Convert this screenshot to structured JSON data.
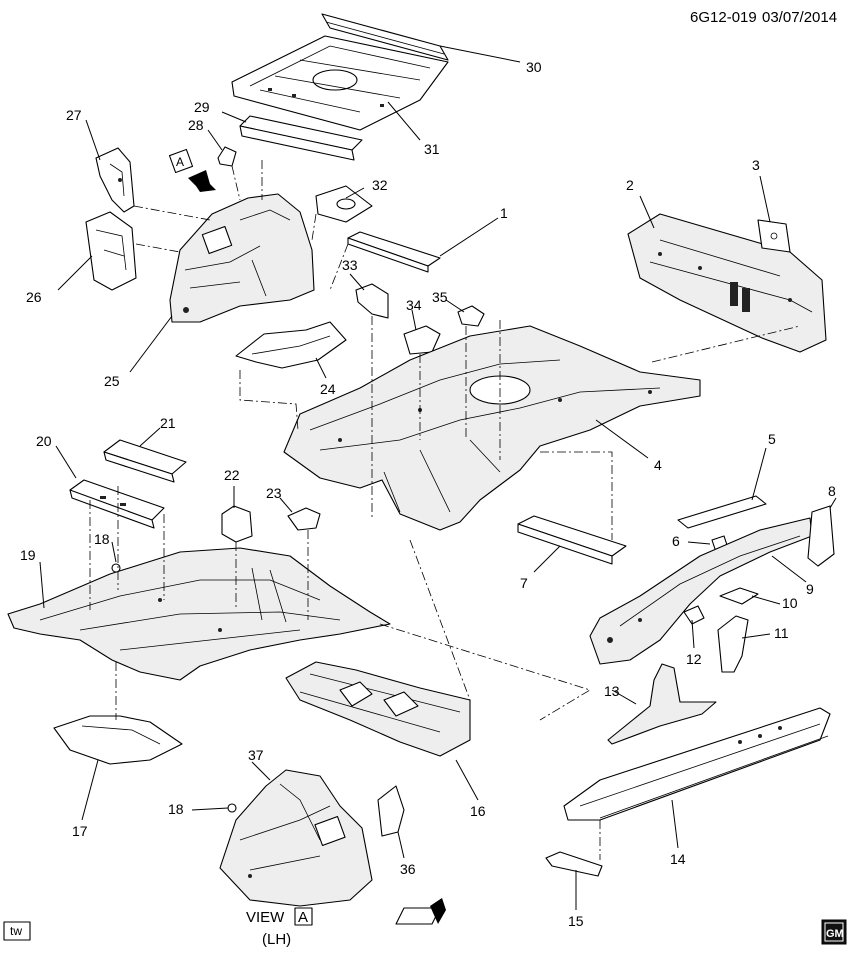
{
  "header": {
    "diagram_id": "6G12-019",
    "date": "03/07/2014"
  },
  "view": {
    "label": "VIEW",
    "letter": "A",
    "side": "(LH)"
  },
  "arrow_marker": {
    "letter": "A"
  },
  "corner_tag": "tw",
  "logo": {
    "text": "GM"
  },
  "callouts": {
    "c1": "1",
    "c2": "2",
    "c3": "3",
    "c4": "4",
    "c5": "5",
    "c6": "6",
    "c7": "7",
    "c8": "8",
    "c9": "9",
    "c10": "10",
    "c11": "11",
    "c12": "12",
    "c13": "13",
    "c14": "14",
    "c15": "15",
    "c16": "16",
    "c17": "17",
    "c18a": "18",
    "c18b": "18",
    "c19": "19",
    "c20": "20",
    "c21": "21",
    "c22": "22",
    "c23": "23",
    "c24": "24",
    "c25": "25",
    "c26": "26",
    "c27": "27",
    "c28": "28",
    "c29": "29",
    "c30": "30",
    "c31": "31",
    "c32": "32",
    "c33": "33",
    "c34": "34",
    "c35": "35",
    "c36": "36",
    "c37": "37"
  },
  "colors": {
    "line": "#000000",
    "background": "#ffffff",
    "shade": "#eeeeee"
  }
}
